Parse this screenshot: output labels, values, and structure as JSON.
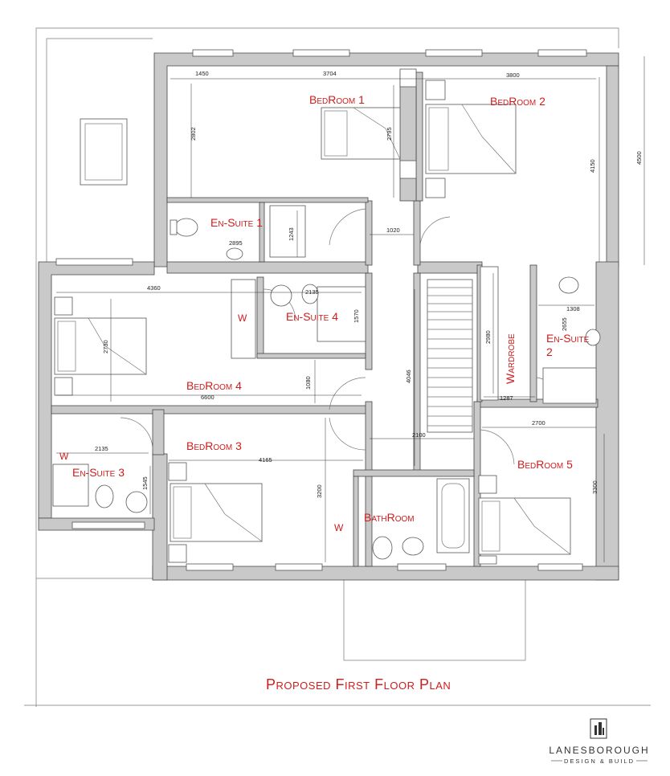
{
  "rooms": {
    "bedroom1": "BedRoom 1",
    "bedroom2": "BedRoom 2",
    "bedroom3": "BedRoom 3",
    "bedroom4": "BedRoom 4",
    "bedroom5": "BedRoom 5",
    "ensuite1": "En-Suite 1",
    "ensuite2a": "En-Suite",
    "ensuite2b": "2",
    "ensuite3": "En-Suite 3",
    "ensuite4": "En-Suite 4",
    "bathroom": "BathRoom",
    "wardrobe": "Wardrobe"
  },
  "wardrobe_marks": {
    "w_bed4": "W",
    "w_ens3": "W",
    "w_bed3": "W"
  },
  "dimensions": {
    "d1450": "1450",
    "d3704": "3704",
    "d3800": "3800",
    "d4500": "4500",
    "d2802": "2802",
    "d2795": "2795",
    "d4150": "4150",
    "d1243": "1243",
    "d2895": "2895",
    "d1020": "1020",
    "d4360": "4360",
    "d2135a": "2135",
    "d1570": "1570",
    "d2730": "2730",
    "d1080": "1080",
    "d6600": "6600",
    "d4046": "4046",
    "d2980": "2980",
    "d1308": "1308",
    "d2655": "2655",
    "d1287": "1287",
    "d2700": "2700",
    "d2135b": "2135",
    "d4165": "4165",
    "d1545": "1545",
    "d3200": "3200",
    "d2100": "2100",
    "d3300": "3300"
  },
  "title": "Proposed First Floor Plan",
  "brand": {
    "name": "LANESBOROUGH",
    "tagline": "DESIGN & BUILD"
  }
}
